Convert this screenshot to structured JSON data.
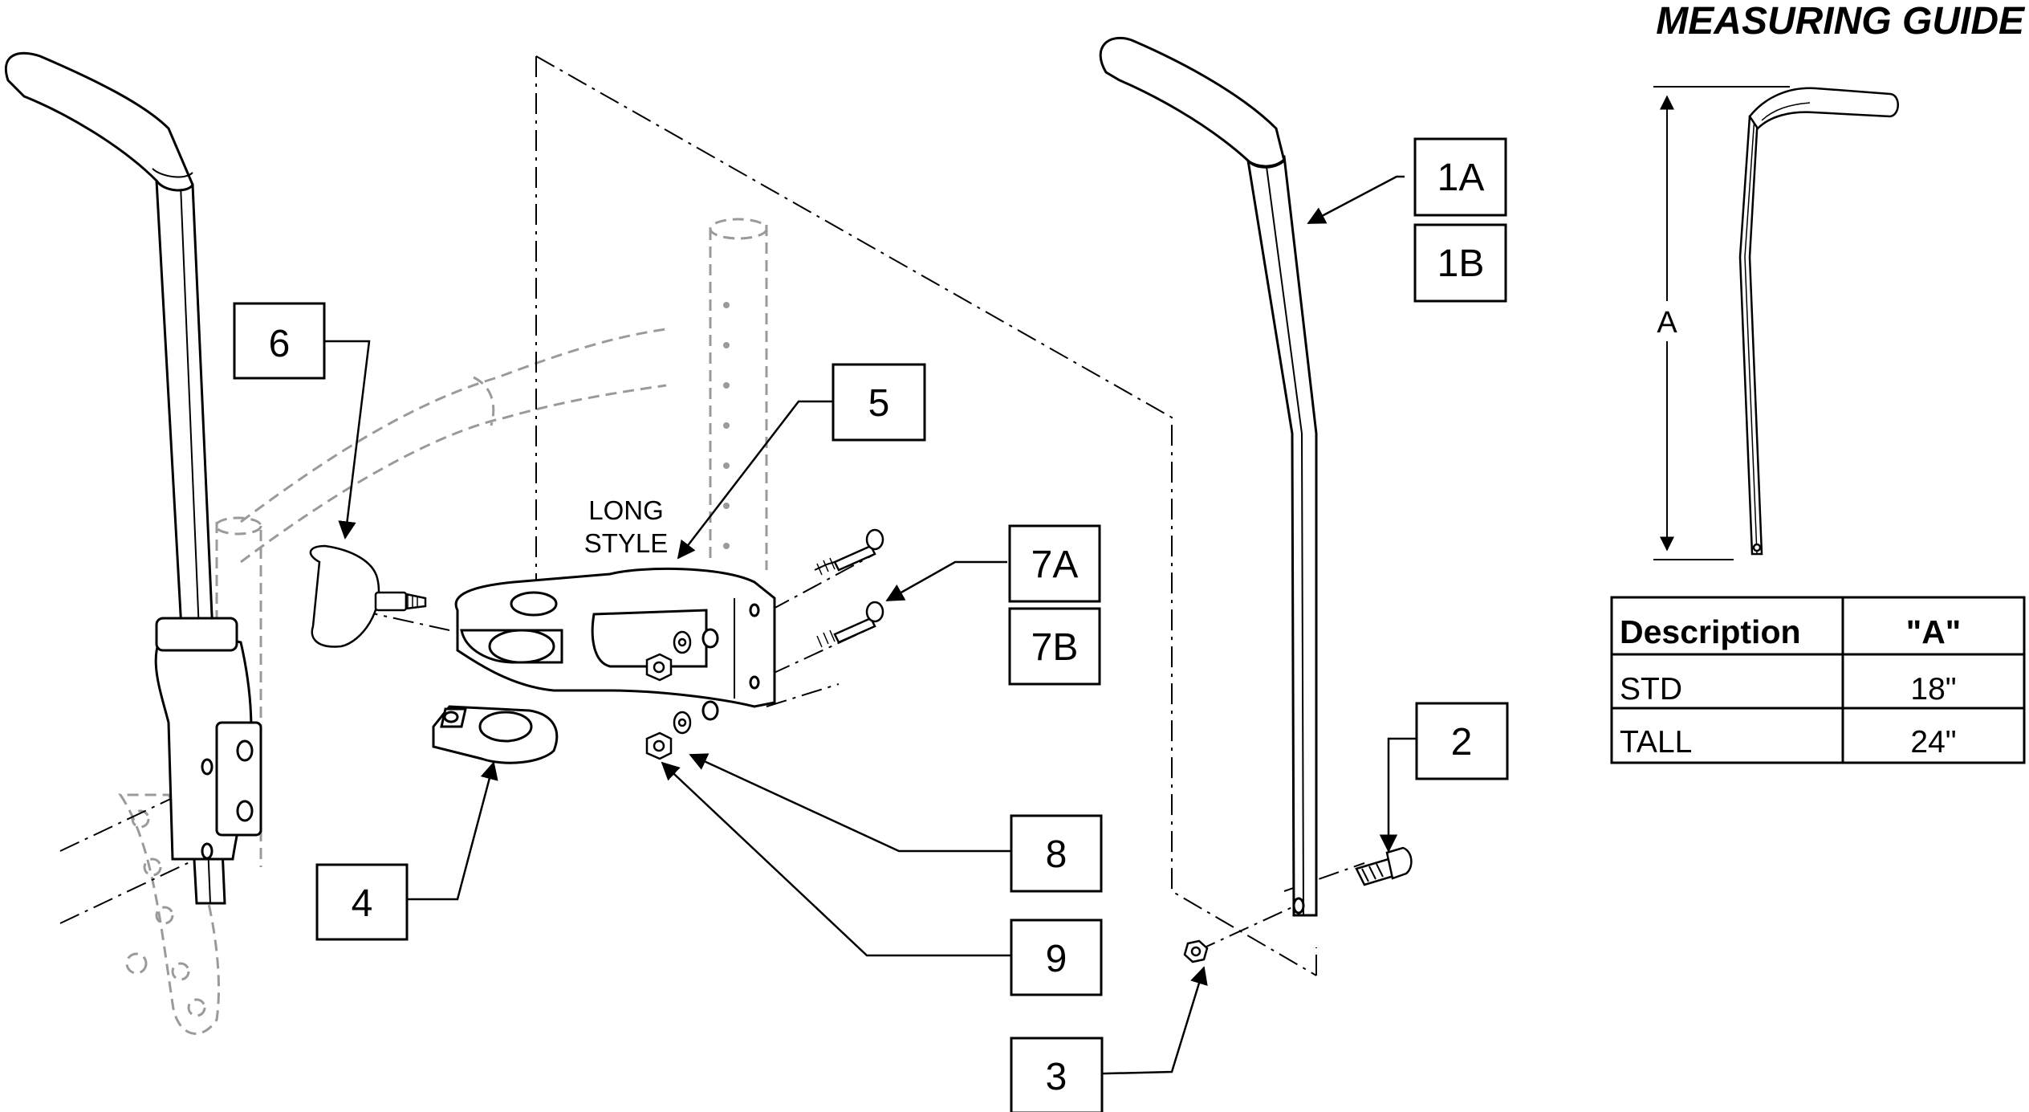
{
  "guide": {
    "title": "MEASURING GUIDE",
    "dimension_label": "A"
  },
  "table": {
    "headers": [
      "Description",
      "\"A\""
    ],
    "rows": [
      [
        "STD",
        "18\""
      ],
      [
        "TALL",
        "24\""
      ]
    ]
  },
  "callouts": {
    "c1a": "1A",
    "c1b": "1B",
    "c2": "2",
    "c3": "3",
    "c4": "4",
    "c5": "5",
    "c6": "6",
    "c7a": "7A",
    "c7b": "7B",
    "c8": "8",
    "c9": "9"
  },
  "notes": {
    "style_line1": "LONG",
    "style_line2": "STYLE"
  }
}
